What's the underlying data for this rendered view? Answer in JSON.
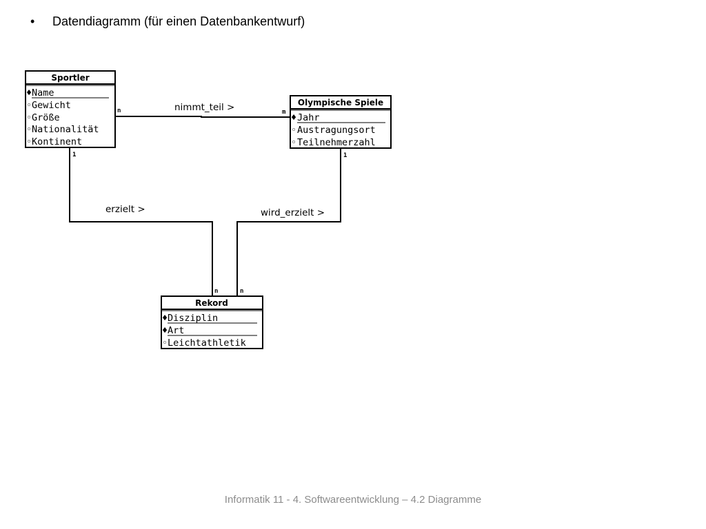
{
  "slide": {
    "bullet": "•",
    "heading": "Datendiagramm (für einen Datenbankentwurf)",
    "footer": "Informatik 11 - 4. Softwareentwicklung – 4.2 Diagramme"
  },
  "entities": {
    "sportler": {
      "title": "Sportler",
      "attributes": [
        {
          "marker": "♦",
          "name": "Name",
          "key": true
        },
        {
          "marker": "◦",
          "name": "Gewicht",
          "key": false
        },
        {
          "marker": "◦",
          "name": "Größe",
          "key": false
        },
        {
          "marker": "◦",
          "name": "Nationalität",
          "key": false
        },
        {
          "marker": "◦",
          "name": "Kontinent",
          "key": false
        }
      ]
    },
    "olympische_spiele": {
      "title": "Olympische Spiele",
      "attributes": [
        {
          "marker": "♦",
          "name": "Jahr",
          "key": true
        },
        {
          "marker": "◦",
          "name": "Austragungsort",
          "key": false
        },
        {
          "marker": "◦",
          "name": "Teilnehmerzahl",
          "key": false
        }
      ]
    },
    "rekord": {
      "title": "Rekord",
      "attributes": [
        {
          "marker": "♦",
          "name": "Disziplin",
          "key": true
        },
        {
          "marker": "♦",
          "name": "Art",
          "key": true
        },
        {
          "marker": "◦",
          "name": "Leichtathletik",
          "key": false
        }
      ]
    }
  },
  "relationships": {
    "nimmt_teil": {
      "label": "nimmt_teil >",
      "from_mult": "n",
      "to_mult": "m"
    },
    "erzielt": {
      "label": "erzielt >",
      "from_mult": "1",
      "to_mult": "n"
    },
    "wird_erzielt": {
      "label": "wird_erzielt >",
      "from_mult": "1",
      "to_mult": "n"
    }
  }
}
